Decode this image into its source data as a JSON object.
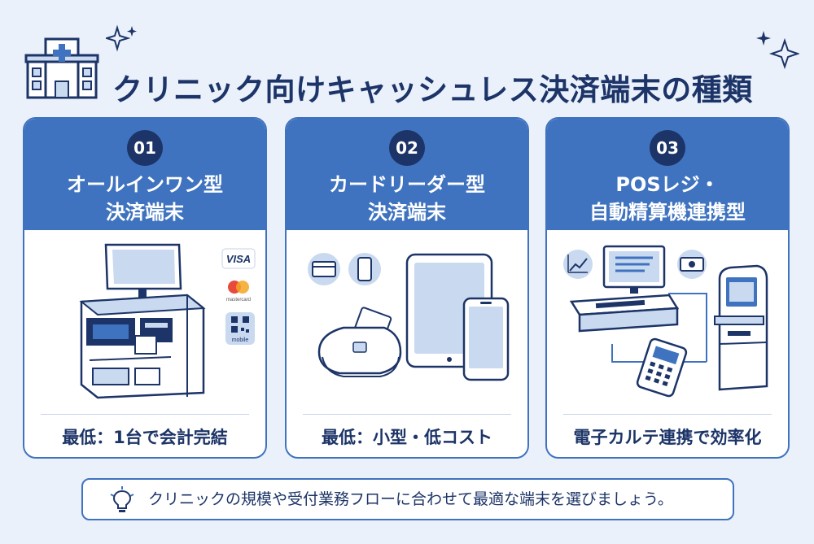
{
  "title": "クリニック向けキャッシュレス決済端末の種類",
  "cards": [
    {
      "number": "01",
      "title_line1": "オールインワン型",
      "title_line2": "決済端末",
      "footer": "最低：1台で会計完結",
      "badges": [
        "VISA",
        "mastercard",
        "mobile"
      ]
    },
    {
      "number": "02",
      "title_line1": "カードリーダー型",
      "title_line2": "決済端末",
      "footer": "最低：小型・低コスト"
    },
    {
      "number": "03",
      "title_line1": "POSレジ・",
      "title_line2": "自動精算機連携型",
      "footer": "電子カルテ連携で効率化"
    }
  ],
  "tip": {
    "text": "クリニックの規模や受付業務フローに合わせて最適な端末を選びましょう。"
  },
  "colors": {
    "primary": "#3f73bf",
    "navy": "#1c3467",
    "background": "#eaf1fb",
    "light_blue": "#c9d9f0"
  }
}
